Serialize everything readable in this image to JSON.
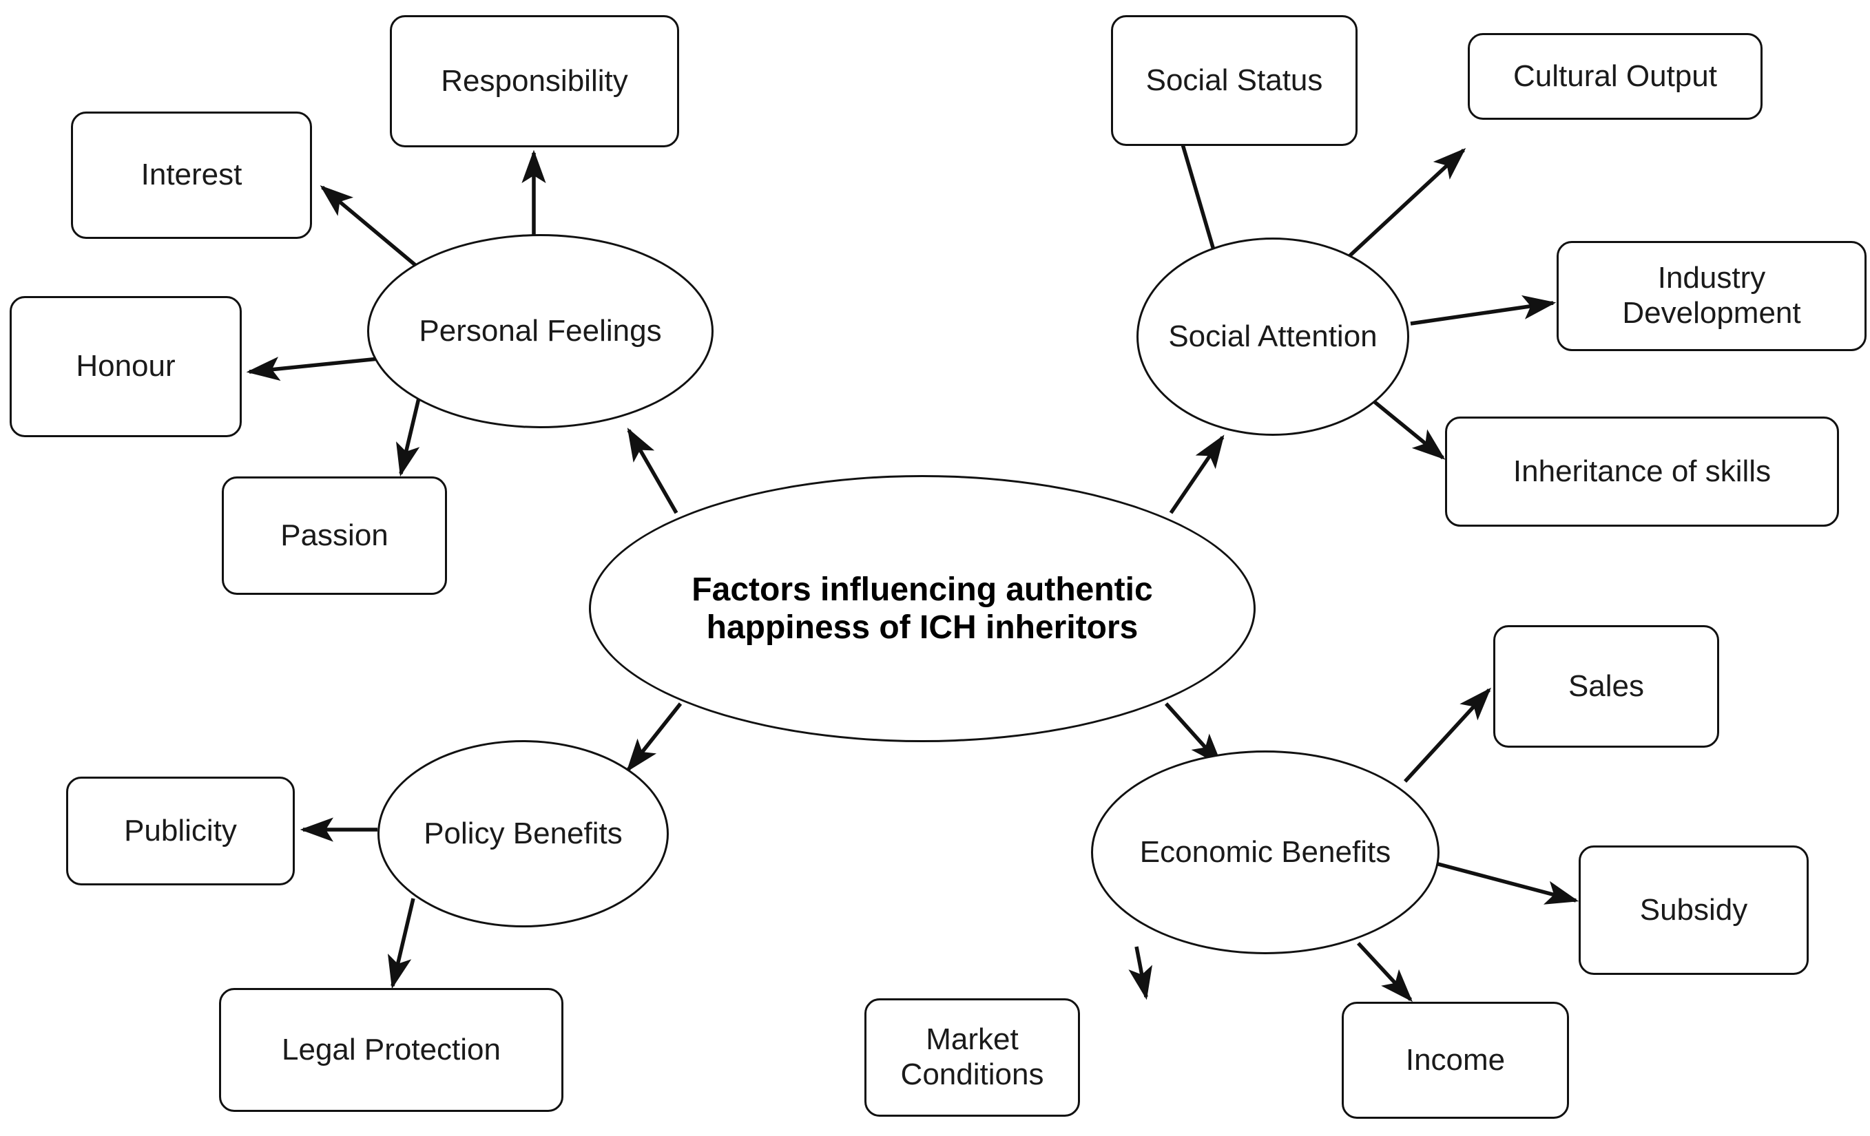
{
  "diagram": {
    "type": "mind-map",
    "center": {
      "id": "center",
      "label": "Factors influencing authentic happiness of ICH inheritors",
      "shape": "ellipse",
      "bold": true
    },
    "branches": [
      {
        "id": "personal-feelings",
        "label": "Personal Feelings",
        "shape": "ellipse",
        "leaves": [
          {
            "id": "responsibility",
            "label": "Responsibility"
          },
          {
            "id": "interest",
            "label": "Interest"
          },
          {
            "id": "honour",
            "label": "Honour"
          },
          {
            "id": "passion",
            "label": "Passion"
          }
        ]
      },
      {
        "id": "social-attention",
        "label": "Social Attention",
        "shape": "ellipse",
        "leaves": [
          {
            "id": "social-status",
            "label": "Social Status"
          },
          {
            "id": "cultural-output",
            "label": "Cultural  Output"
          },
          {
            "id": "industry-development",
            "label": "Industry Development"
          },
          {
            "id": "inheritance-of-skills",
            "label": "Inheritance of skills"
          }
        ]
      },
      {
        "id": "policy-benefits",
        "label": "Policy Benefits",
        "shape": "ellipse",
        "leaves": [
          {
            "id": "publicity",
            "label": "Publicity"
          },
          {
            "id": "legal-protection",
            "label": "Legal Protection"
          }
        ]
      },
      {
        "id": "economic-benefits",
        "label": "Economic Benefits",
        "shape": "ellipse",
        "leaves": [
          {
            "id": "sales",
            "label": "Sales"
          },
          {
            "id": "subsidy",
            "label": "Subsidy"
          },
          {
            "id": "market-conditions",
            "label": "Market Conditions"
          },
          {
            "id": "income",
            "label": "Income"
          }
        ]
      }
    ],
    "colors": {
      "stroke": "#111111",
      "text": "#1a1a1a",
      "background": "#ffffff"
    }
  }
}
